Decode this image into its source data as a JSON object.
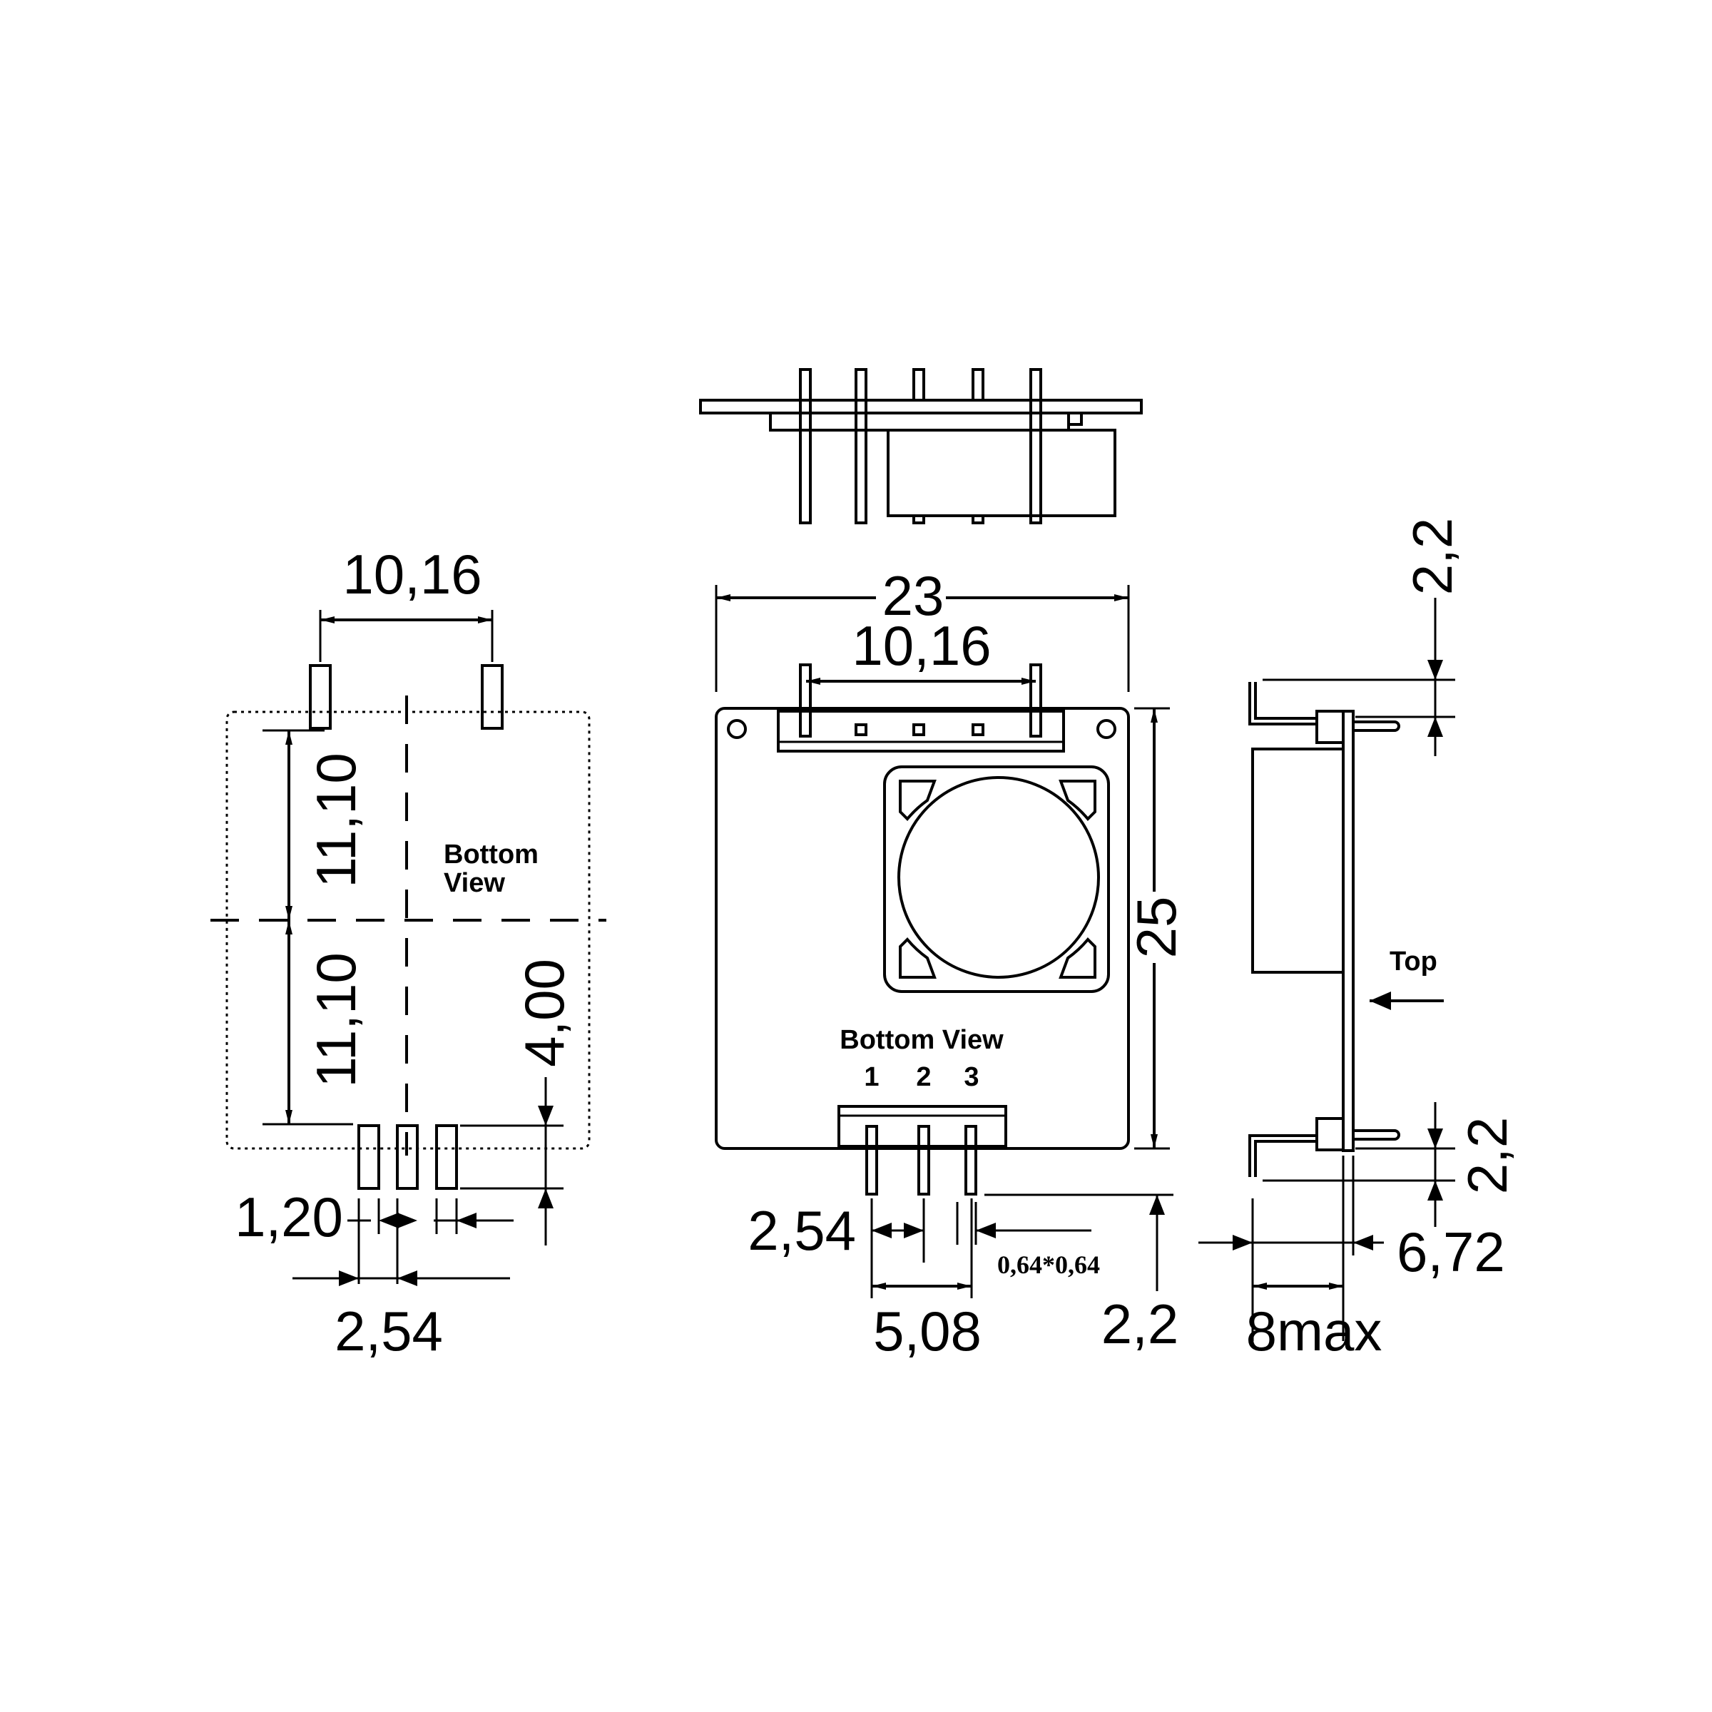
{
  "views": {
    "footprint": {
      "pin_spacing_top": "10,16",
      "half_height_upper": "11,10",
      "half_height_lower": "11,10",
      "pin_offset": "4,00",
      "pin_width": "1,20",
      "pin_pitch": "2,54",
      "label_line1": "Bottom",
      "label_line2": "View"
    },
    "front": {
      "width": "23",
      "pin_spacing_top": "10,16",
      "height": "25",
      "label": "Bottom View",
      "pin_labels": [
        "1",
        "2",
        "3"
      ],
      "pin_pitch": "2,54",
      "pin_span": "5,08",
      "pin_section": "0,64*0,64",
      "pin_length": "2,2"
    },
    "side": {
      "top_pin": "2,2",
      "bottom_pin": "2,2",
      "top_label": "Top",
      "board_offset": "6,72",
      "max_depth": "8max"
    }
  }
}
